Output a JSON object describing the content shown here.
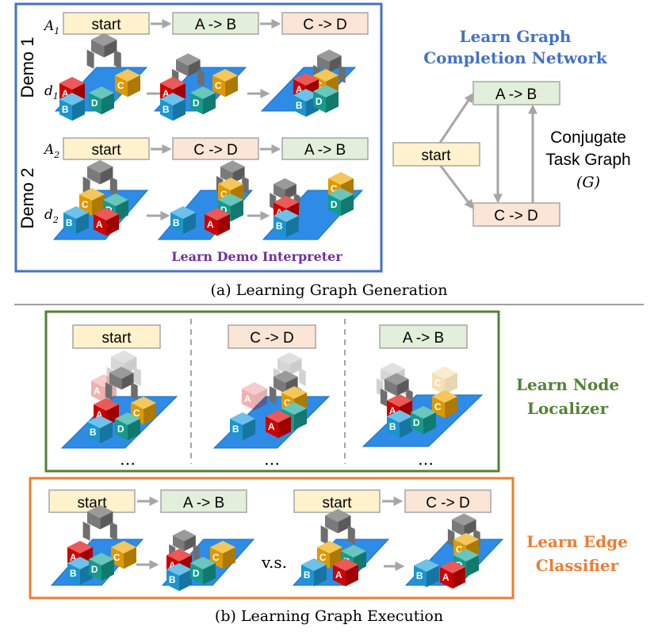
{
  "colors": {
    "blue": "#4472C4",
    "green": "#548235",
    "orange": "#ED7D31",
    "purple": "#7030A0",
    "start_fill": "#FFF2CC",
    "ab_fill": "#E2EFDA",
    "cd_fill": "#FBE5D6",
    "platform": "#2E8BE6",
    "block_A": "#E00000",
    "block_B": "#1FA2E0",
    "block_C": "#F0A800",
    "block_D": "#18A898",
    "gripper": "#6E6E6E"
  },
  "nodes": {
    "start": "start",
    "ab": "A -> B",
    "cd": "C -> D"
  },
  "block_letters": {
    "a": "A",
    "b": "B",
    "c": "C",
    "d": "D"
  },
  "section_a": {
    "demo1_label": "Demo 1",
    "demo2_label": "Demo 2",
    "a1_base": "A",
    "a1_sub": "1",
    "d1_base": "d",
    "d1_sub": "1",
    "a2_base": "A",
    "a2_sub": "2",
    "d2_base": "d",
    "d2_sub": "2",
    "interpreter_label": "Learn Demo Interpreter",
    "completion_label_line1": "Learn Graph",
    "completion_label_line2": "Completion Network",
    "conjugate_line1": "Conjugate",
    "conjugate_line2": "Task Graph",
    "conjugate_symbol": "(G)",
    "caption": "(a) Learning Graph Generation"
  },
  "section_b": {
    "ellipsis": "…",
    "localizer_line1": "Learn Node",
    "localizer_line2": "Localizer",
    "vs_label": "v.s.",
    "classifier_line1": "Learn Edge",
    "classifier_line2": "Classifier",
    "caption": "(b) Learning Graph Execution"
  }
}
